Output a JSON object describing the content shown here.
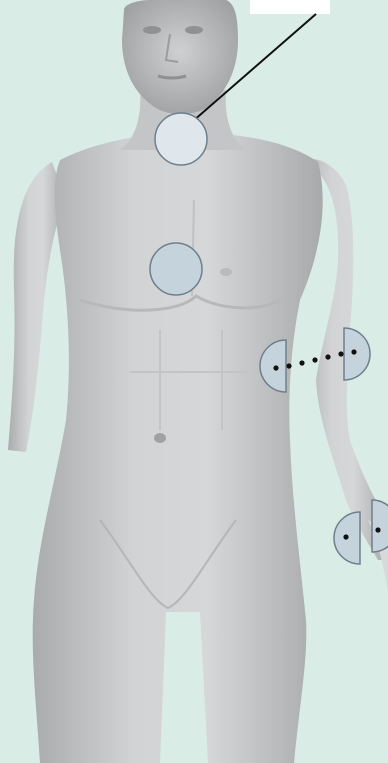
{
  "figure": {
    "background_color": "#d9ece6",
    "skin_color": "#c9cacb",
    "marker_fill": "#d4dee5",
    "marker_stroke": "#6e7f8c",
    "leader_color": "#111111"
  },
  "markers": [
    {
      "name": "neck-marker",
      "shape": "circle"
    },
    {
      "name": "chest-marker",
      "shape": "circle"
    },
    {
      "name": "forearm-marker",
      "shape": "split-circle-dotted"
    },
    {
      "name": "wrist-marker",
      "shape": "split-circle-dotted"
    }
  ]
}
